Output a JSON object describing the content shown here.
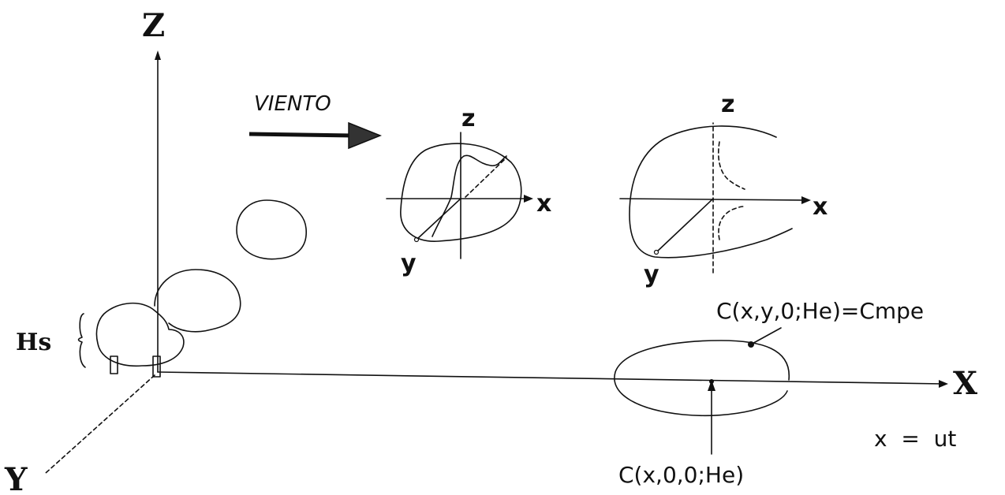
{
  "axes": {
    "z_label": "Z",
    "x_label": "X",
    "y_label": "Y"
  },
  "source": {
    "height_label": "Hs"
  },
  "wind": {
    "label": "VIENTO"
  },
  "cross_section_1": {
    "z_label": "z",
    "x_label": "x",
    "y_label": "y"
  },
  "cross_section_2": {
    "z_label": "z",
    "x_label": "x",
    "y_label": "y"
  },
  "ground_contour": {
    "label_max": "C(x,y,0;He)=Cmpe",
    "label_center": "C(x,0,0;He)",
    "relation": "x  =  ut"
  }
}
